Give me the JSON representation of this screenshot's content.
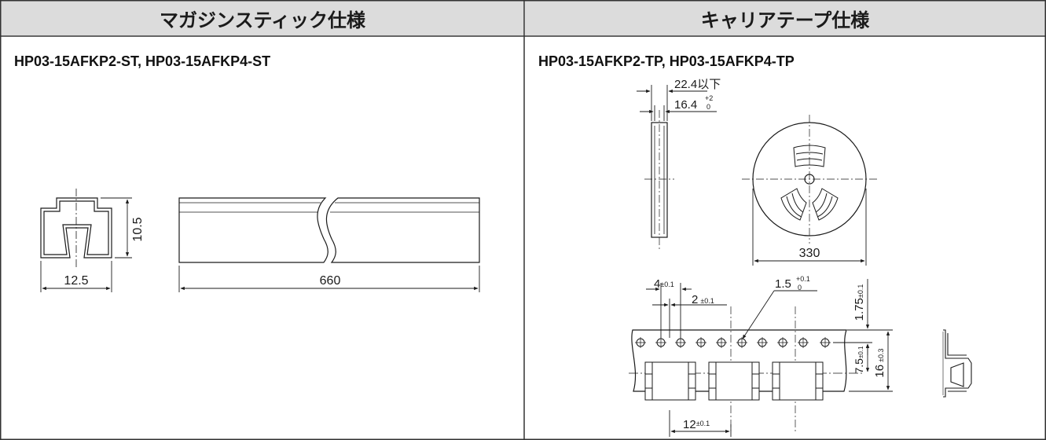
{
  "left_panel": {
    "header": "マガジンスティック仕様",
    "subtitle": "HP03-15AFKP2-ST, HP03-15AFKP4-ST",
    "dims": {
      "width": "12.5",
      "height": "10.5",
      "length": "660"
    }
  },
  "right_panel": {
    "header": "キャリアテープ仕様",
    "subtitle": "HP03-15AFKP2-TP, HP03-15AFKP4-TP",
    "reel": {
      "width_max": "22.4以下",
      "hub_width": "16.4",
      "hub_tol_plus": "+2",
      "hub_tol_minus": "0",
      "diameter": "330"
    },
    "tape": {
      "hole_pitch": "4",
      "hole_pitch_tol": "±0.1",
      "pocket_offset": "2",
      "pocket_offset_tol": "±0.1",
      "hole_dia": "1.5",
      "hole_dia_tol_plus": "+0.1",
      "hole_dia_tol_minus": "0",
      "edge_to_hole": "1.75",
      "edge_to_hole_tol": "±0.1",
      "hole_to_center": "7.5",
      "hole_to_center_tol": "±0.1",
      "tape_width": "16",
      "tape_width_tol": "±0.3",
      "pocket_pitch": "12",
      "pocket_pitch_tol": "±0.1"
    }
  },
  "colors": {
    "header_bg": "#dcdcdc",
    "line": "#1a1a1a",
    "border": "#333333"
  }
}
